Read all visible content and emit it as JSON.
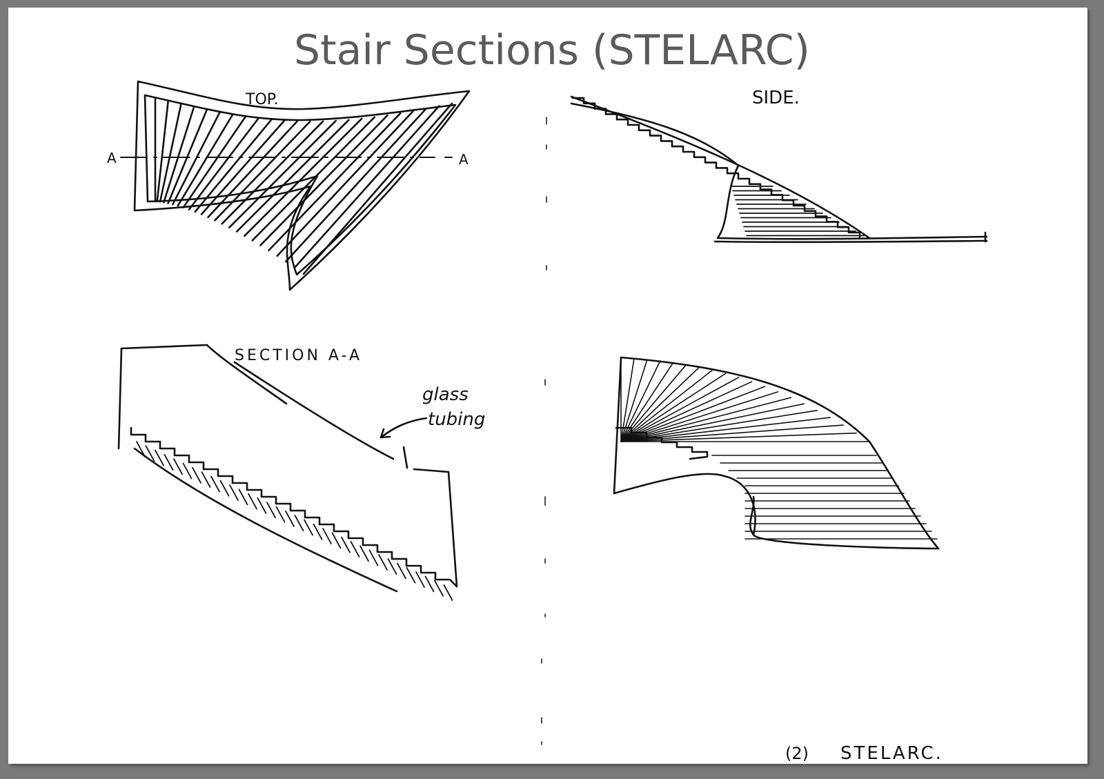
{
  "slide": {
    "title": "Stair Sections (STELARC)"
  },
  "sketches": {
    "top_label": "TOP.",
    "section_marker_left": "A",
    "section_marker_right": "A",
    "side_label": "SIDE.",
    "section_label": "SECTION A-A",
    "annotation_line1": "glass",
    "annotation_line2": "tubing",
    "page_number": "(2)",
    "page_footer": "STELARC."
  },
  "colors": {
    "frame": "#7a7a7a",
    "paper": "#ffffff",
    "ink": "#111111",
    "title": "#5b5b5b"
  }
}
